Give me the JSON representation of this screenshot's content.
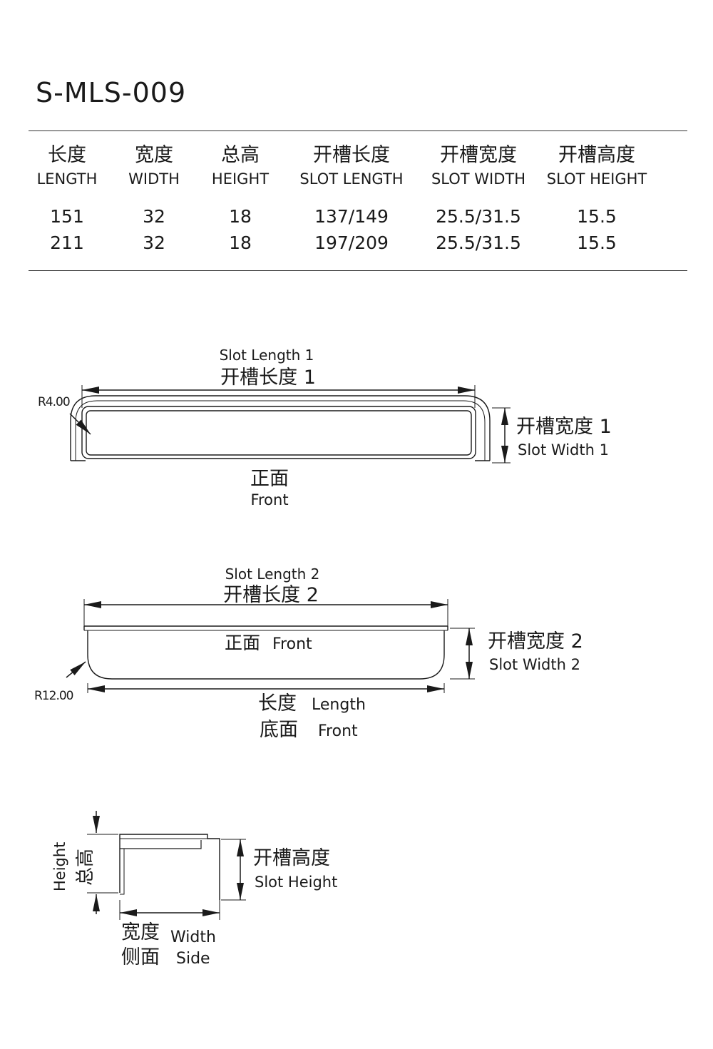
{
  "product": {
    "model": "S-MLS-009"
  },
  "spec_table": {
    "columns": [
      {
        "zh": "长度",
        "en": "LENGTH"
      },
      {
        "zh": "宽度",
        "en": "WIDTH"
      },
      {
        "zh": "总高",
        "en": "HEIGHT"
      },
      {
        "zh": "开槽长度",
        "en": "SLOT LENGTH"
      },
      {
        "zh": "开槽宽度",
        "en": "SLOT WIDTH"
      },
      {
        "zh": "开槽高度",
        "en": "SLOT HEIGHT"
      }
    ],
    "rows": [
      [
        "151",
        "32",
        "18",
        "137/149",
        "25.5/31.5",
        "15.5"
      ],
      [
        "211",
        "32",
        "18",
        "197/209",
        "25.5/31.5",
        "15.5"
      ]
    ]
  },
  "front_view_1": {
    "slot_length_en": "Slot Length 1",
    "slot_length_zh": "开槽长度 1",
    "radius": "R4.00",
    "slot_width_zh": "开槽宽度 1",
    "slot_width_en": "Slot Width 1",
    "view_zh": "正面",
    "view_en": "Front"
  },
  "front_view_2": {
    "slot_length_en": "Slot Length 2",
    "slot_length_zh": "开槽长度 2",
    "inner_zh": "正面",
    "inner_en": "Front",
    "slot_width_zh": "开槽宽度 2",
    "slot_width_en": "Slot Width 2",
    "radius": "R12.00",
    "length_zh": "长度",
    "length_en": "Length",
    "view_zh": "底面",
    "view_en": "Front"
  },
  "side_view": {
    "height_en": "Height",
    "height_zh": "总高",
    "slot_height_zh": "开槽高度",
    "slot_height_en": "Slot Height",
    "width_zh": "宽度",
    "width_en": "Width",
    "view_zh": "侧面",
    "view_en": "Side"
  },
  "colors": {
    "ink": "#1a1a1a",
    "background": "#ffffff"
  }
}
